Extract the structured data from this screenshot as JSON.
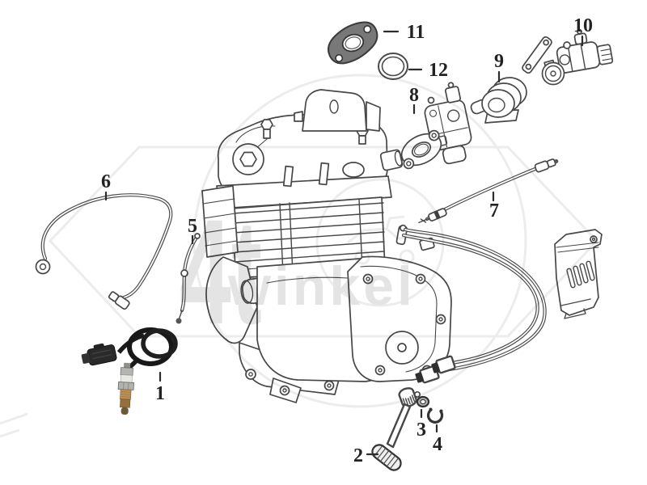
{
  "diagram": {
    "type": "exploded-parts-diagram",
    "subject": "motorcycle-engine-assembly",
    "background": "#ffffff",
    "line_color": "#474747"
  },
  "watermark": {
    "text_large": "4t",
    "text_small": "winkel",
    "color": "#e4e4e4"
  },
  "callouts": [
    {
      "label": "1",
      "part": "oxygen-sensor"
    },
    {
      "label": "2",
      "part": "kick-start-lever"
    },
    {
      "label": "3",
      "part": "washer"
    },
    {
      "label": "4",
      "part": "circlip"
    },
    {
      "label": "5",
      "part": "breather-wire"
    },
    {
      "label": "6",
      "part": "ground-cable"
    },
    {
      "label": "7",
      "part": "sensor-cable"
    },
    {
      "label": "8",
      "part": "carburetor-assembly"
    },
    {
      "label": "9",
      "part": "intake-boot"
    },
    {
      "label": "10",
      "part": "solenoid-valve"
    },
    {
      "label": "11",
      "part": "intake-gasket"
    },
    {
      "label": "12",
      "part": "o-ring"
    }
  ]
}
